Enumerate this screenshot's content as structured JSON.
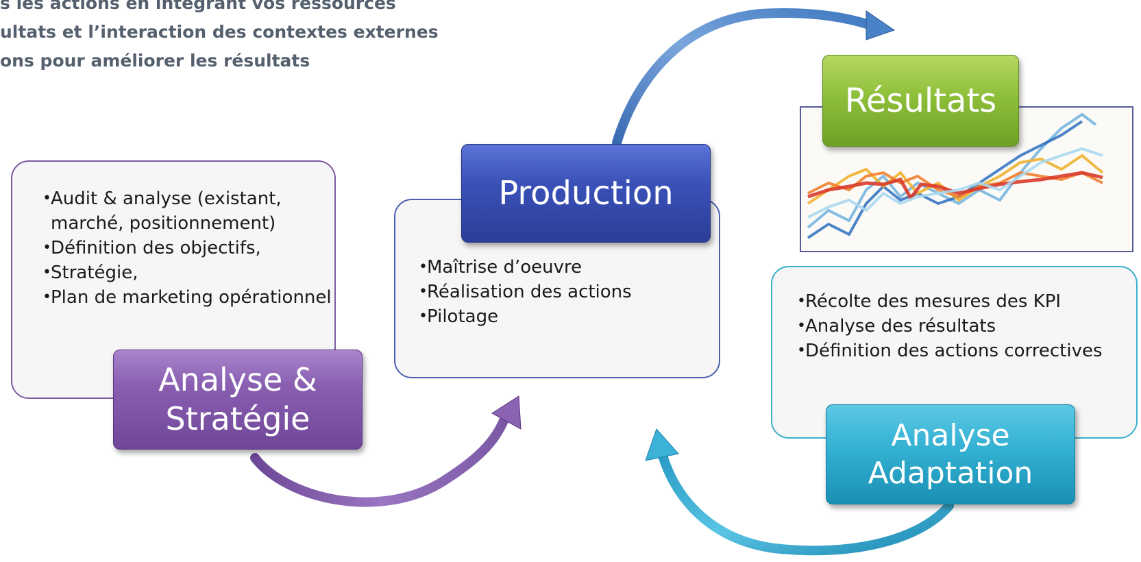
{
  "header": {
    "lines": [
      "s les actions en intégrant vos ressources",
      "ultats et l’interaction des contextes externes",
      "ons pour améliorer les résultats"
    ]
  },
  "stages": {
    "analyse": {
      "title": "Analyse & Stratégie",
      "items": [
        "Audit & analyse (existant, marché, positionnement)",
        "Définition des objectifs,",
        "Stratégie,",
        "Plan de marketing opérationnel"
      ],
      "color": "#7d5aa0"
    },
    "production": {
      "title": "Production",
      "items": [
        "Maîtrise d’oeuvre",
        "Réalisation des actions",
        "Pilotage"
      ],
      "color": "#3a51b8"
    },
    "resultats": {
      "title": "Résultats",
      "color": "#8ebf3a",
      "image": "line-chart-icon"
    },
    "adaptation": {
      "title": "Analyse Adaptation",
      "items": [
        "Récolte des mesures des KPI",
        "Analyse des résultats",
        "Définition des actions correctives"
      ],
      "color": "#33b0d2"
    }
  },
  "arrows": [
    {
      "name": "arrow-analyse-to-production",
      "color": "#7d5aa0"
    },
    {
      "name": "arrow-production-to-resultats",
      "color": "#3f78c0"
    },
    {
      "name": "arrow-adaptation-to-production",
      "color": "#2a9cc4"
    }
  ]
}
